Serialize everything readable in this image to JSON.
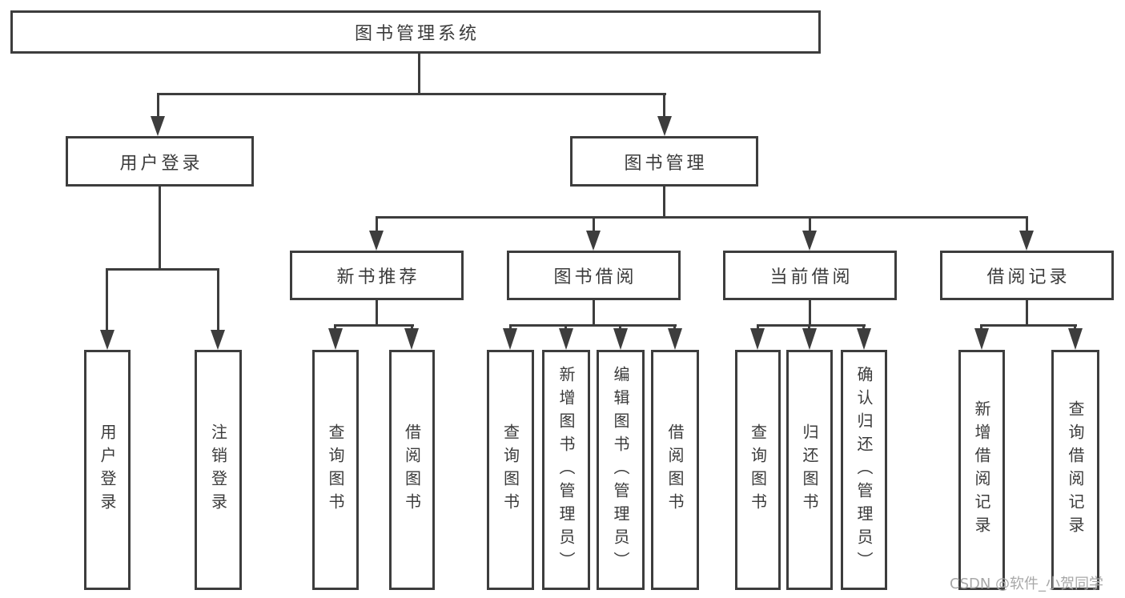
{
  "tree": {
    "root": {
      "label": "图书管理系统",
      "children": [
        {
          "label": "用户登录",
          "children": [
            {
              "label": "用户登录"
            },
            {
              "label": "注销登录"
            }
          ]
        },
        {
          "label": "图书管理",
          "children": [
            {
              "label": "新书推荐",
              "children": [
                {
                  "label": "查询图书"
                },
                {
                  "label": "借阅图书"
                }
              ]
            },
            {
              "label": "图书借阅",
              "children": [
                {
                  "label": "查询图书"
                },
                {
                  "label": "新增图书（管理员）"
                },
                {
                  "label": "编辑图书（管理员）"
                },
                {
                  "label": "借阅图书"
                }
              ]
            },
            {
              "label": "当前借阅",
              "children": [
                {
                  "label": "查询图书"
                },
                {
                  "label": "归还图书"
                },
                {
                  "label": "确认归还（管理员）"
                }
              ]
            },
            {
              "label": "借阅记录",
              "children": [
                {
                  "label": "新增借阅记录"
                },
                {
                  "label": "查询借阅记录"
                }
              ]
            }
          ]
        }
      ]
    }
  },
  "watermark": {
    "text": "CSDN @软件_小贺同学"
  },
  "colors": {
    "line": "#3d3d3d",
    "text": "#3b3b3b",
    "watermark": "#a8a8a8",
    "background": "#ffffff"
  }
}
